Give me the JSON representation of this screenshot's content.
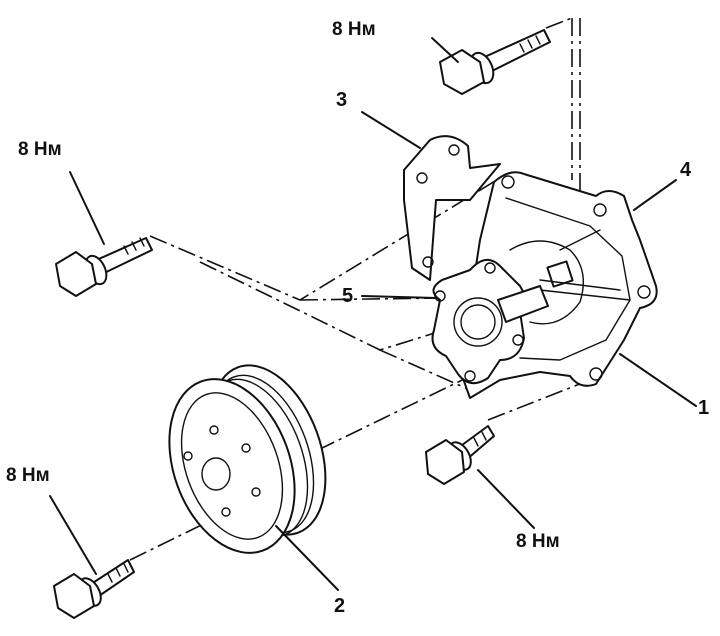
{
  "diagram": {
    "torque_labels": {
      "top": "8 Нм",
      "left_upper": "8 Нм",
      "left_lower": "8 Нм",
      "right_lower": "8 Нм"
    },
    "part_numbers": {
      "pump": "1",
      "pulley": "2",
      "gasket_plate": "3",
      "pump_body": "4",
      "seal_gasket": "5"
    }
  }
}
